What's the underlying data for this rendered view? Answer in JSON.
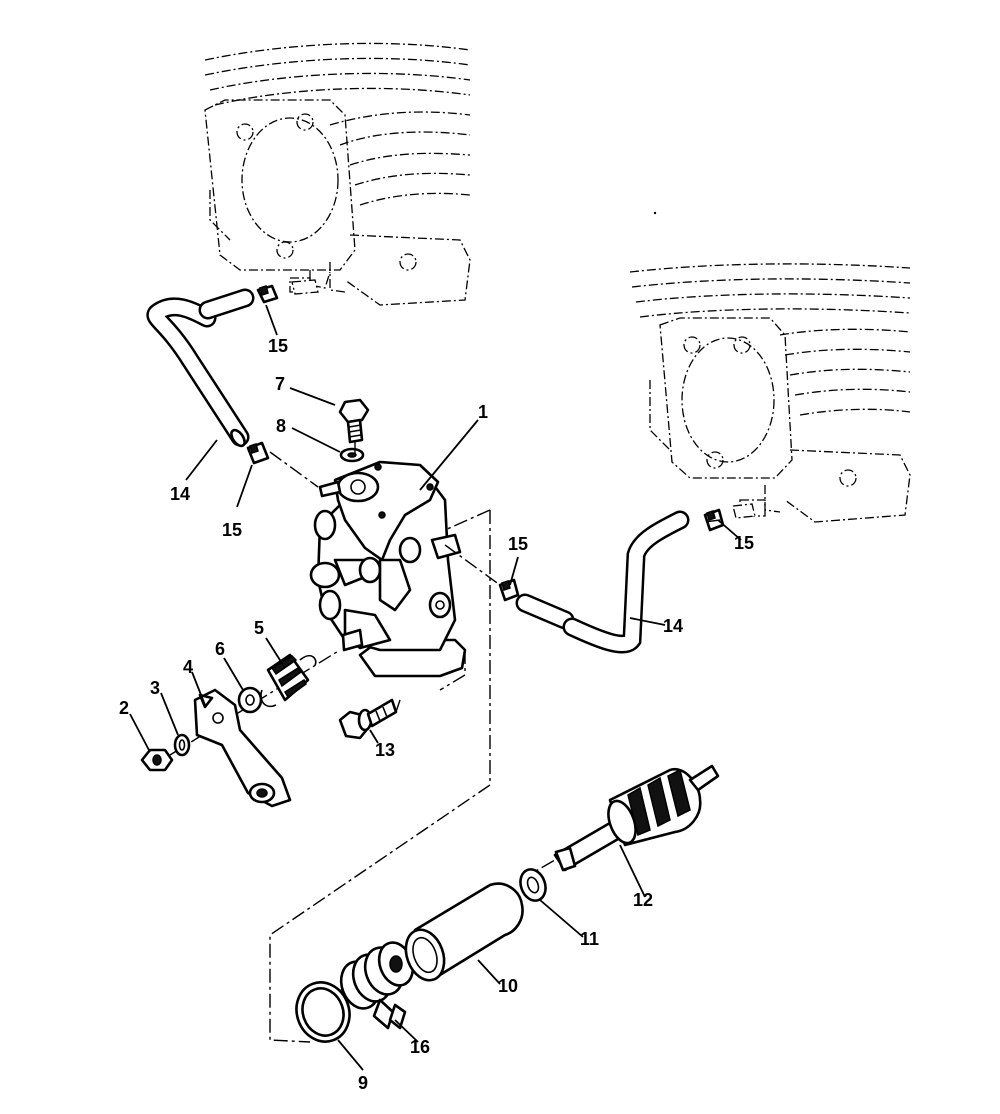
{
  "callouts": {
    "c1": "1",
    "c2": "2",
    "c3": "3",
    "c4": "4",
    "c5": "5",
    "c6": "6",
    "c7": "7",
    "c8": "8",
    "c9": "9",
    "c10": "10",
    "c11": "11",
    "c12": "12",
    "c13": "13",
    "c14_left": "14",
    "c14_right": "14",
    "c15_top": "15",
    "c15_left": "15",
    "c15_mid": "15",
    "c15_right": "15",
    "c16": "16"
  }
}
